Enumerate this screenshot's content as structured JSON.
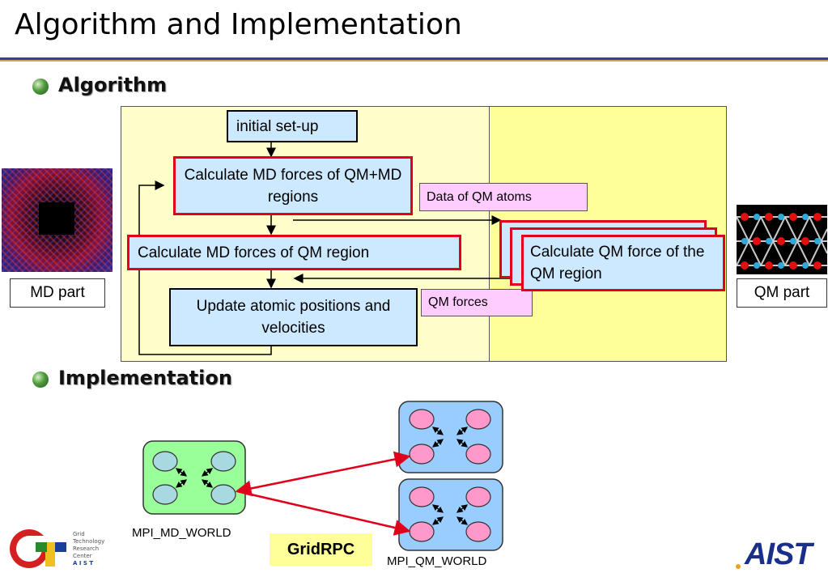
{
  "slide": {
    "title": "Algorithm and Implementation"
  },
  "sections": {
    "algorithm": "Algorithm",
    "implementation": "Implementation"
  },
  "flow": {
    "initial_setup": "initial set-up",
    "md_forces": "Calculate MD forces of QM+MD regions",
    "md_forces_qm": "Calculate MD forces of QM region",
    "update": "Update atomic positions and velocities",
    "data_qm_atoms": "Data of QM atoms",
    "qm_forces": "QM forces",
    "qm_force": "Calculate QM force of the QM region"
  },
  "side_labels": {
    "md_part": "MD part",
    "qm_part": "QM part"
  },
  "implementation": {
    "md_world": "MPI_MD_WORLD",
    "qm_world": "MPI_QM_WORLD",
    "gridrpc": "GridRPC"
  },
  "logos": {
    "left_text": [
      "Grid",
      "Technology",
      "Research",
      "Center",
      "A I S T"
    ],
    "right_text": "AIST"
  },
  "colors": {
    "panel_left": "#ffffcc",
    "panel_right": "#ffff99",
    "box_fill": "#cce9ff",
    "red_border": "#e0001b",
    "md_world_fill": "#99ff99",
    "qm_world_fill": "#99ccff",
    "md_node": "#a8d8e0",
    "qm_node": "#ff99cc",
    "accent_blue": "#1a2f8a"
  }
}
